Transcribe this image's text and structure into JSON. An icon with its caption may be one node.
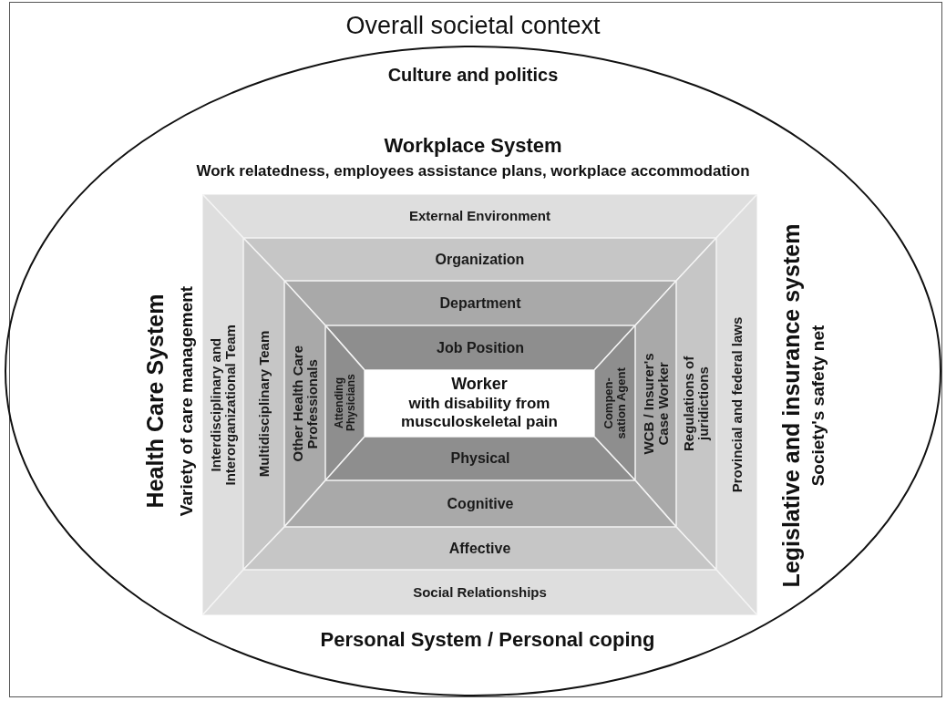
{
  "diagram": {
    "nodes": [
      {
        "text": [
          "Overall societal context",
          "Culture and politics",
          "Workplace System",
          "Work relatedness, employees assistance plans, workplace accommodation",
          "Health Care System",
          "Variety of care management",
          "Legislative and insurance system",
          "Society's safety net",
          "Personal System / Personal coping"
        ]
      },
      {
        "text": [
          "External Environment"
        ],
        "in": 0
      },
      {
        "text": [
          "Interdisciplinary and Interorganizational Team"
        ],
        "in": 0
      },
      {
        "text": [
          "Provincial and federal laws"
        ],
        "in": 0
      },
      {
        "text": [
          "Social Relationships"
        ],
        "in": 0
      },
      {
        "text": [
          "Organization"
        ],
        "in": 0
      },
      {
        "text": [
          "Multidisciplinary Team"
        ],
        "in": 0
      },
      {
        "text": [
          "Regulations of juridictions"
        ],
        "in": 0
      },
      {
        "text": [
          "Affective"
        ],
        "in": 0
      },
      {
        "text": [
          "Department"
        ],
        "in": 0
      },
      {
        "text": [
          "Other Health Care Professionals"
        ],
        "in": 0
      },
      {
        "text": [
          "WCB / Insurer's Case Worker"
        ],
        "in": 0
      },
      {
        "text": [
          "Cognitive"
        ],
        "in": 0
      },
      {
        "text": [
          "Job Position"
        ],
        "in": 0
      },
      {
        "text": [
          "Attending Physicians"
        ],
        "in": 0
      },
      {
        "text": [
          "Compen- sation Agent"
        ],
        "in": 0
      },
      {
        "text": [
          "Physical"
        ],
        "in": 0
      },
      {
        "text": [
          "Worker",
          "with disability from musculoskeletal pain"
        ],
        "in": 0
      }
    ]
  }
}
